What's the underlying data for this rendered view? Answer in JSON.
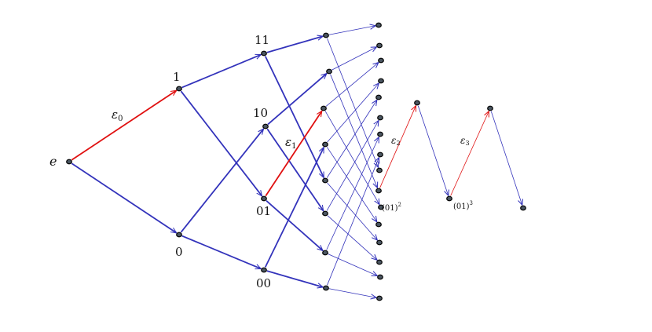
{
  "colors": {
    "blue": "#3333bb",
    "red": "#e01010",
    "node_fill": "#4a5560",
    "node_stroke": "#000000"
  },
  "labels": {
    "root": "e",
    "n1": "1",
    "n0": "0",
    "n11": "11",
    "n10": "10",
    "n01": "01",
    "n00": "00",
    "eps0": "ε",
    "eps0_sub": "0",
    "eps1": "ε",
    "eps1_sub": "1",
    "eps2": "ε",
    "eps2_sub": "2",
    "eps3": "ε",
    "eps3_sub": "3",
    "p2_base": "(01)",
    "p2_exp": "2",
    "p3_base": "(01)",
    "p3_exp": "3"
  }
}
